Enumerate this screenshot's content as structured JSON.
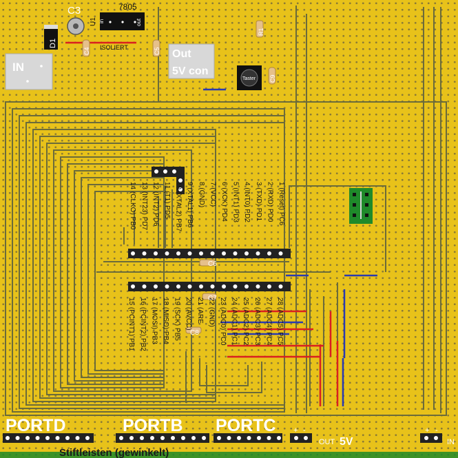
{
  "components": {
    "c3": "C3",
    "regulator_7805": "7805",
    "u1": "U1",
    "in_pin": "in",
    "out_pin": "out",
    "d1": "D1",
    "c4": "C4",
    "isoliert": "ISOLIERT",
    "c5": "C5",
    "r1": "R1",
    "c9": "C9",
    "taster": "Taster",
    "c6": "C6",
    "c7": "C7",
    "c8": "C8"
  },
  "boxes": {
    "in_label": "IN",
    "out_line1": "Out",
    "out_line2": "5V con"
  },
  "pins_left": [
    "1 (Reset) PC6",
    "2 (RXD) PD0",
    "3 (TXD) PD1",
    "4 (INT0) PD2",
    "5 (INT1) PD3",
    "6 (XCK) PD4",
    "7 (VCC)",
    "8 (GND)",
    "9 (XTAL1) PB6",
    "10 (XTAL2) PB7",
    "11 (T1) PD5",
    "12 (INT2) PD6",
    "13 (INT23) PD7",
    "14 (CLKO) PB0"
  ],
  "pins_right": [
    "28 (ADC5) PC5",
    "27 (ADC4) PC4",
    "26 (ADC3) PC3",
    "25 (ADC2) PC2",
    "24 (ADC1) PC1",
    "23 (ADC0) PC0",
    "22 (GND)",
    "21 (ARE",
    "20 (AVCC)",
    "19 (SCK) PB5",
    "18 (MISO) PB4",
    "17 (MOSI) PB3",
    "16 (PCINT2) PB2",
    "15 (PCINT1) PB1"
  ],
  "ports": {
    "portd": "PORTD",
    "portb": "PORTB",
    "portc": "PORTC"
  },
  "bottom": {
    "stiftleisten": "Stiftleisten (gewinkelt)",
    "out_label": "OUT",
    "fivev": "5V",
    "in_label": "IN",
    "plus": "+",
    "minus": "-"
  },
  "colors": {
    "board": "#e8c21a",
    "hole": "#8a7a35",
    "wire": "#6b6b3a",
    "red": "#d92020",
    "blue": "#2a3ab0",
    "green": "#1f8a2a"
  }
}
